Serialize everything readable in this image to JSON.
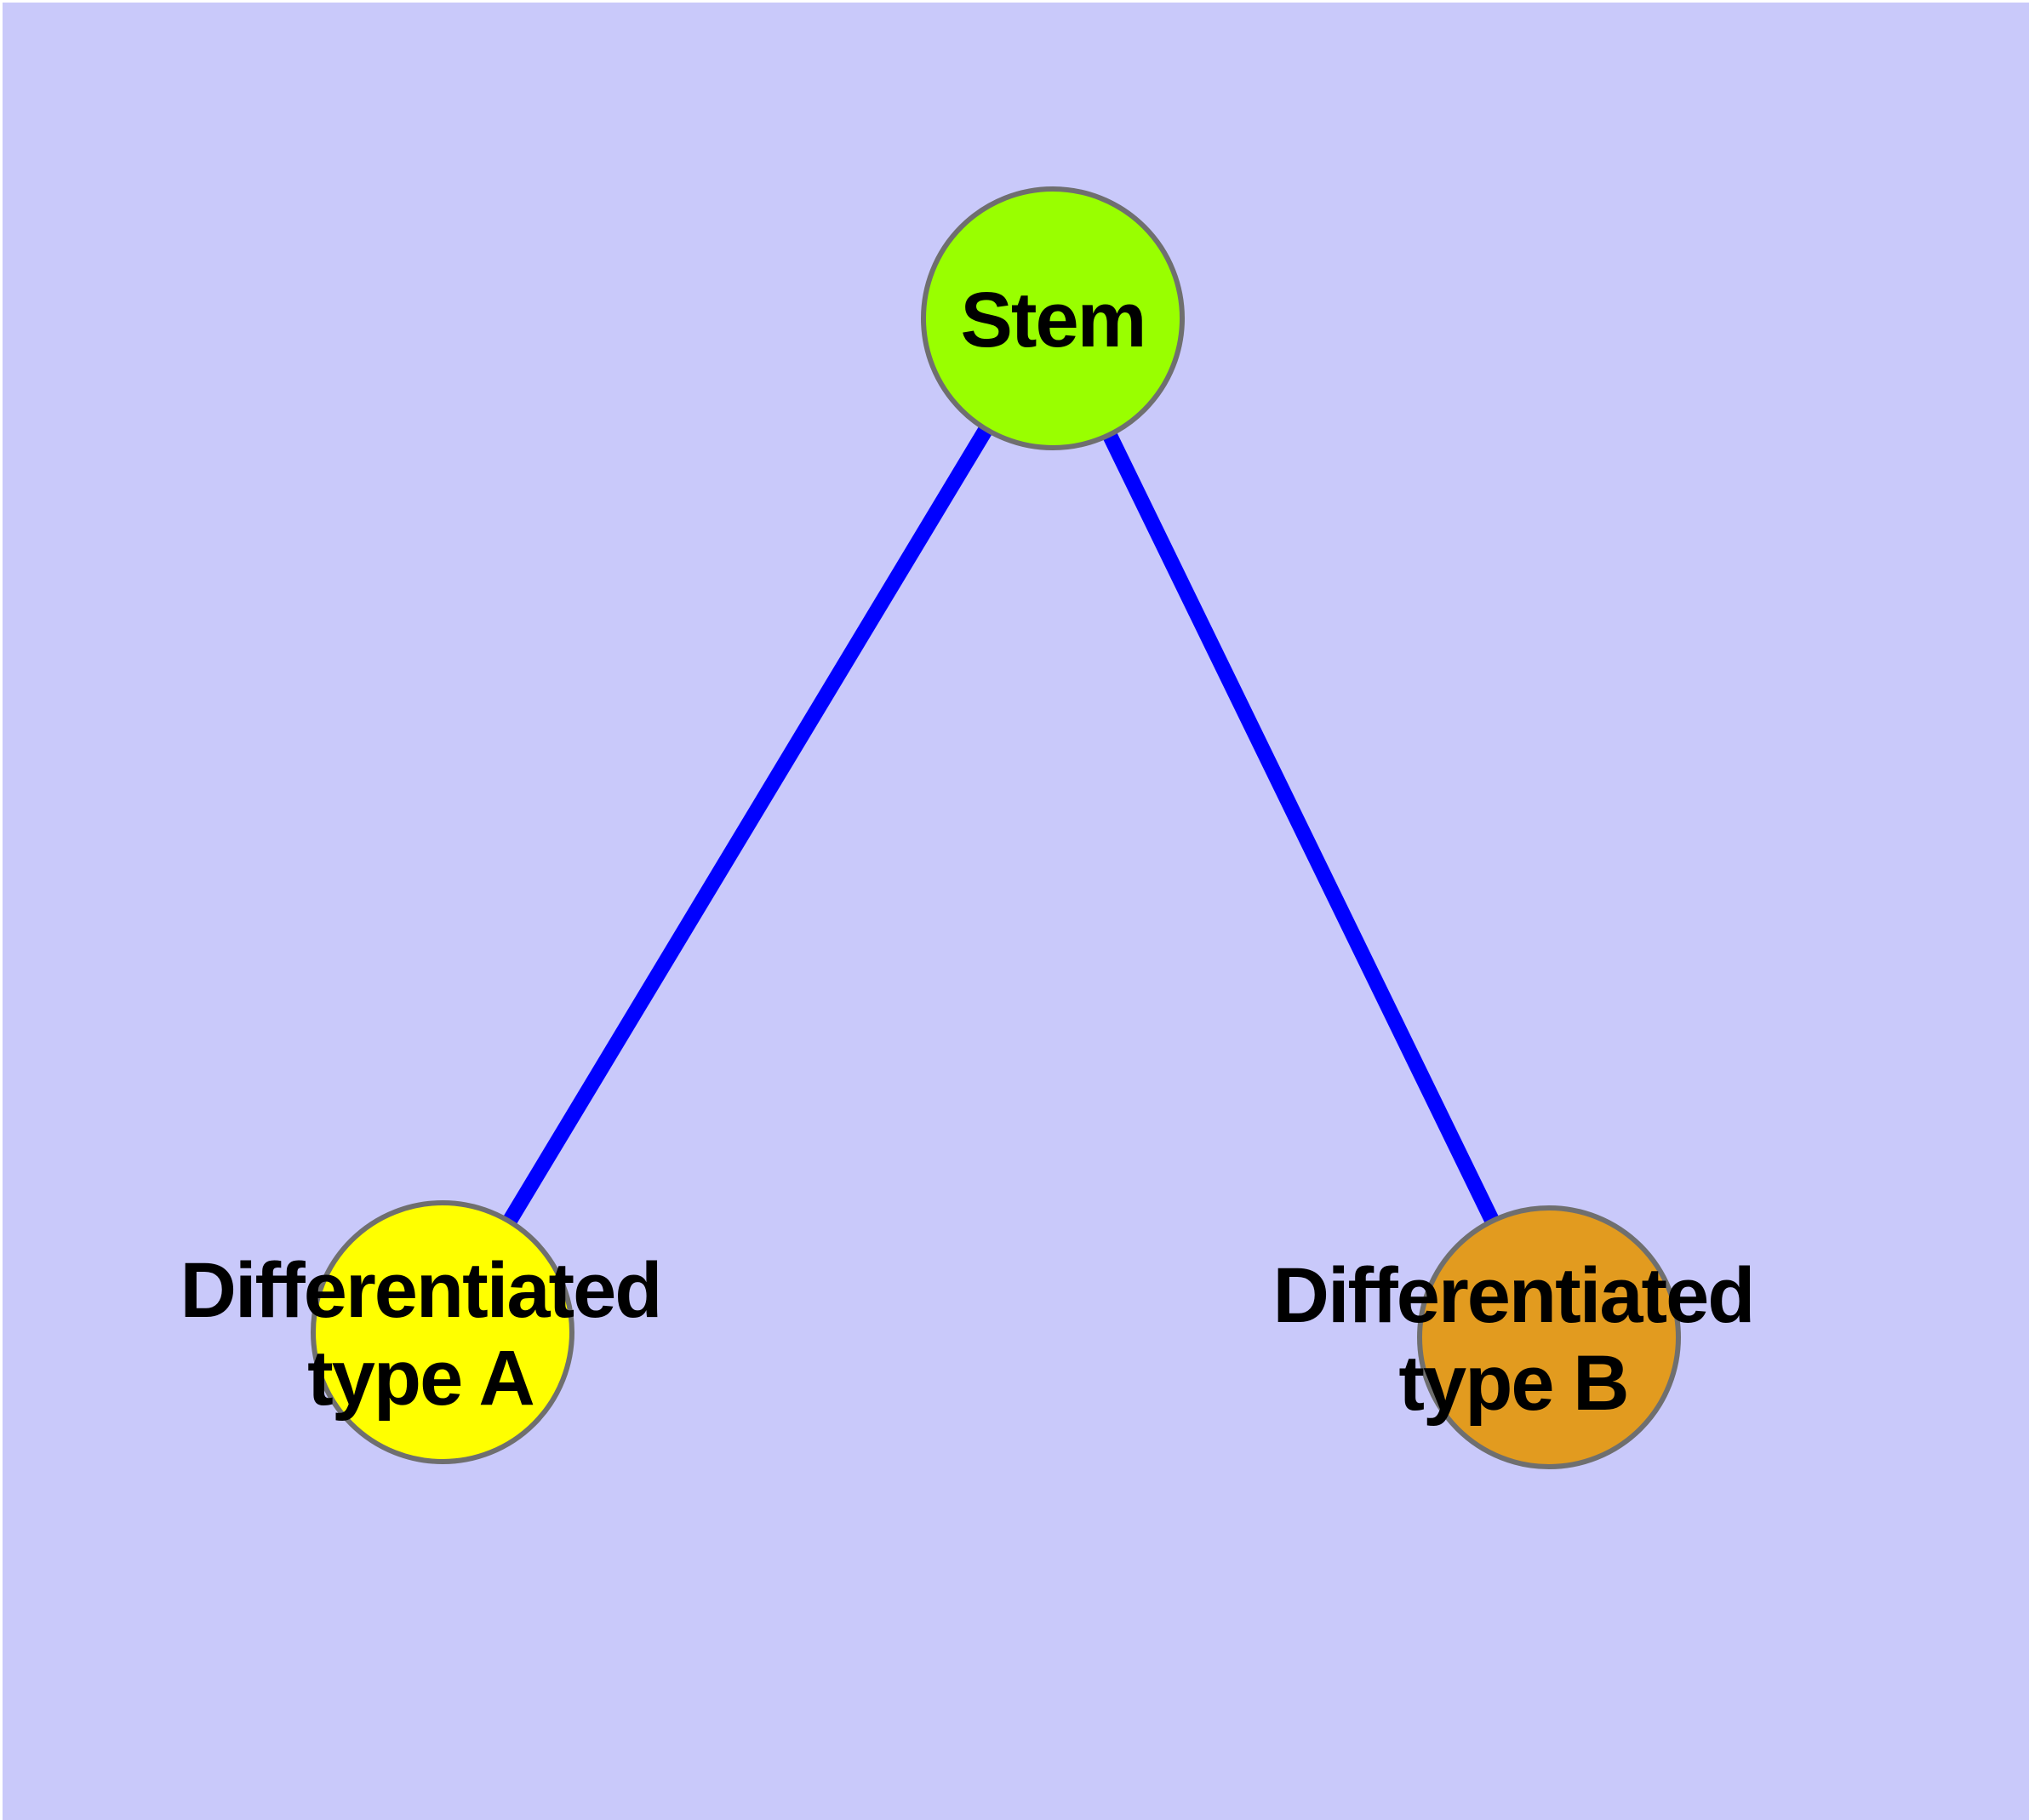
{
  "diagram": {
    "type": "graph",
    "colors": {
      "page_margin": "#FFFFFF",
      "background": "#C9C9FA",
      "edge": "#0000FF",
      "node_border": "#6F6F6F",
      "label": "#000000"
    },
    "nodes": [
      {
        "id": "stem",
        "label": "Stem",
        "color": "#99FF00"
      },
      {
        "id": "differentiated-type-a",
        "label": "Differentiated type A",
        "label_line1": "Differentiated",
        "label_line2": "type A",
        "color": "#FFFF00"
      },
      {
        "id": "differentiated-type-b",
        "label": "Differentiated type B",
        "label_line1": "Differentiated",
        "label_line2": "type B",
        "color": "#E29B1F"
      }
    ],
    "edges": [
      {
        "source": "Stem",
        "target": "Differentiated type A"
      },
      {
        "source": "Stem",
        "target": "Differentiated type B"
      }
    ]
  }
}
